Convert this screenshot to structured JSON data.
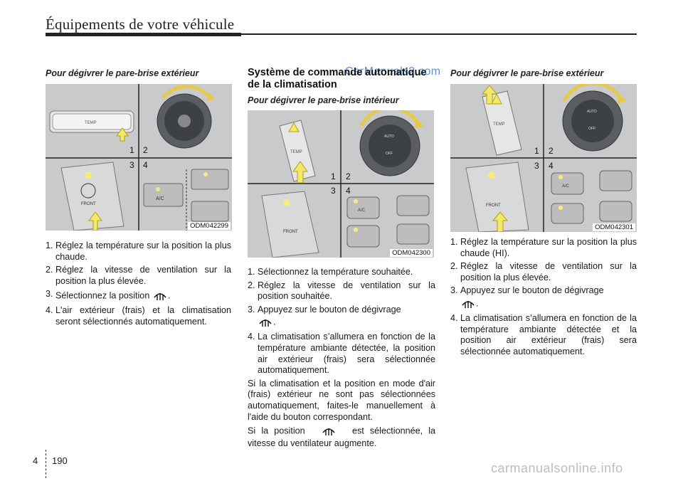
{
  "header": {
    "title": "Équipements de votre véhicule"
  },
  "watermark": "CarManuals2.com",
  "col1": {
    "subtitle": "Pour dégivrer le pare-brise extérieur",
    "figure_code": "ODM042299",
    "panel_nums": [
      "1",
      "2",
      "3",
      "4"
    ],
    "steps": [
      "Réglez la température sur la position la plus chaude.",
      "Réglez la vitesse de ventilation sur la position la plus élevée.",
      "Sélectionnez la position",
      "L'air extérieur (frais) et la climatisation seront sélectionnés automatiquement."
    ],
    "step_nums": [
      "1.",
      "2.",
      "3.",
      "4."
    ]
  },
  "col2": {
    "heading": "Système de commande automatique de la climatisation",
    "subtitle": "Pour dégivrer le pare-brise intérieur",
    "figure_code": "ODM042300",
    "panel_nums": [
      "1",
      "2",
      "3",
      "4"
    ],
    "steps": [
      "Sélectionnez la température souhaitée.",
      "Réglez la vitesse de ventilation sur la position souhaitée.",
      "Appuyez sur le bouton de dégivrage",
      "La climatisation s’allumera en fonction de la température ambiante détectée, la position air extérieur (frais) sera sélectionnée automatiquement."
    ],
    "step_nums": [
      "1.",
      "2.",
      "3.",
      "4."
    ],
    "para1": "Si la climatisation et la position en mode d'air (frais) extérieur ne sont pas sélectionnées automatiquement, faites-le manuellement à l'aide du bouton correspondant.",
    "para2_a": "Si la position",
    "para2_b": "est sélectionnée, la vitesse du ventilateur augmente."
  },
  "col3": {
    "subtitle": "Pour dégivrer le pare-brise extérieur",
    "figure_code": "ODM042301",
    "panel_nums": [
      "1",
      "2",
      "3",
      "4"
    ],
    "steps": [
      "Réglez la température sur la position la plus chaude (HI).",
      "Réglez la vitesse de ventilation sur la position la plus élevée.",
      "Appuyez sur le bouton de dégivrage",
      "La climatisation s’allumera en fonction de la température ambiante détectée et la position air extérieur (frais) sera sélectionnée automatiquement."
    ],
    "step_nums": [
      "1.",
      "2.",
      "3.",
      "4."
    ]
  },
  "figure_labels": {
    "temp": "TEMP",
    "front": "FRONT",
    "ac": "A/C",
    "auto": "AUTO",
    "off": "OFF"
  },
  "footer": {
    "section": "4",
    "page": "190",
    "site": "carmanualsonline.info"
  }
}
